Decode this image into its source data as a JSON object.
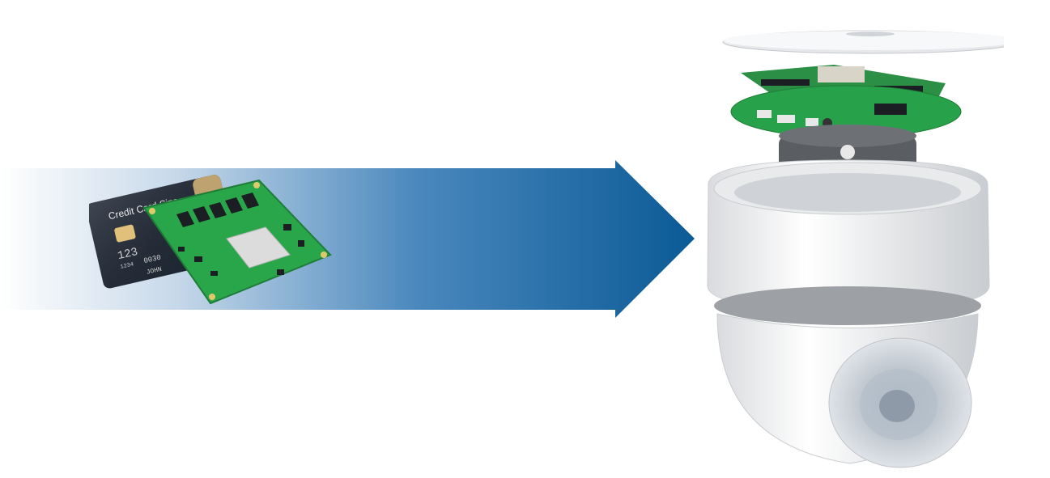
{
  "card": {
    "label": "Credit Card Size",
    "number_big": "123",
    "number_small": "1234",
    "number_line": "0030",
    "holder": "JOHN"
  },
  "colors": {
    "arrow_start": "#ffffff",
    "arrow_end": "#0b5a96",
    "card_bg": "#1e2633",
    "card_gold": "#d9b77a",
    "pcb_green": "#2aa64a",
    "chip": "#1b1f23",
    "camera_white": "#f2f3f5",
    "camera_gray": "#5a5e63"
  },
  "icons": {
    "arrow": "arrow-right-icon",
    "module": "pcb-module-icon",
    "camera": "dome-camera-icon"
  }
}
